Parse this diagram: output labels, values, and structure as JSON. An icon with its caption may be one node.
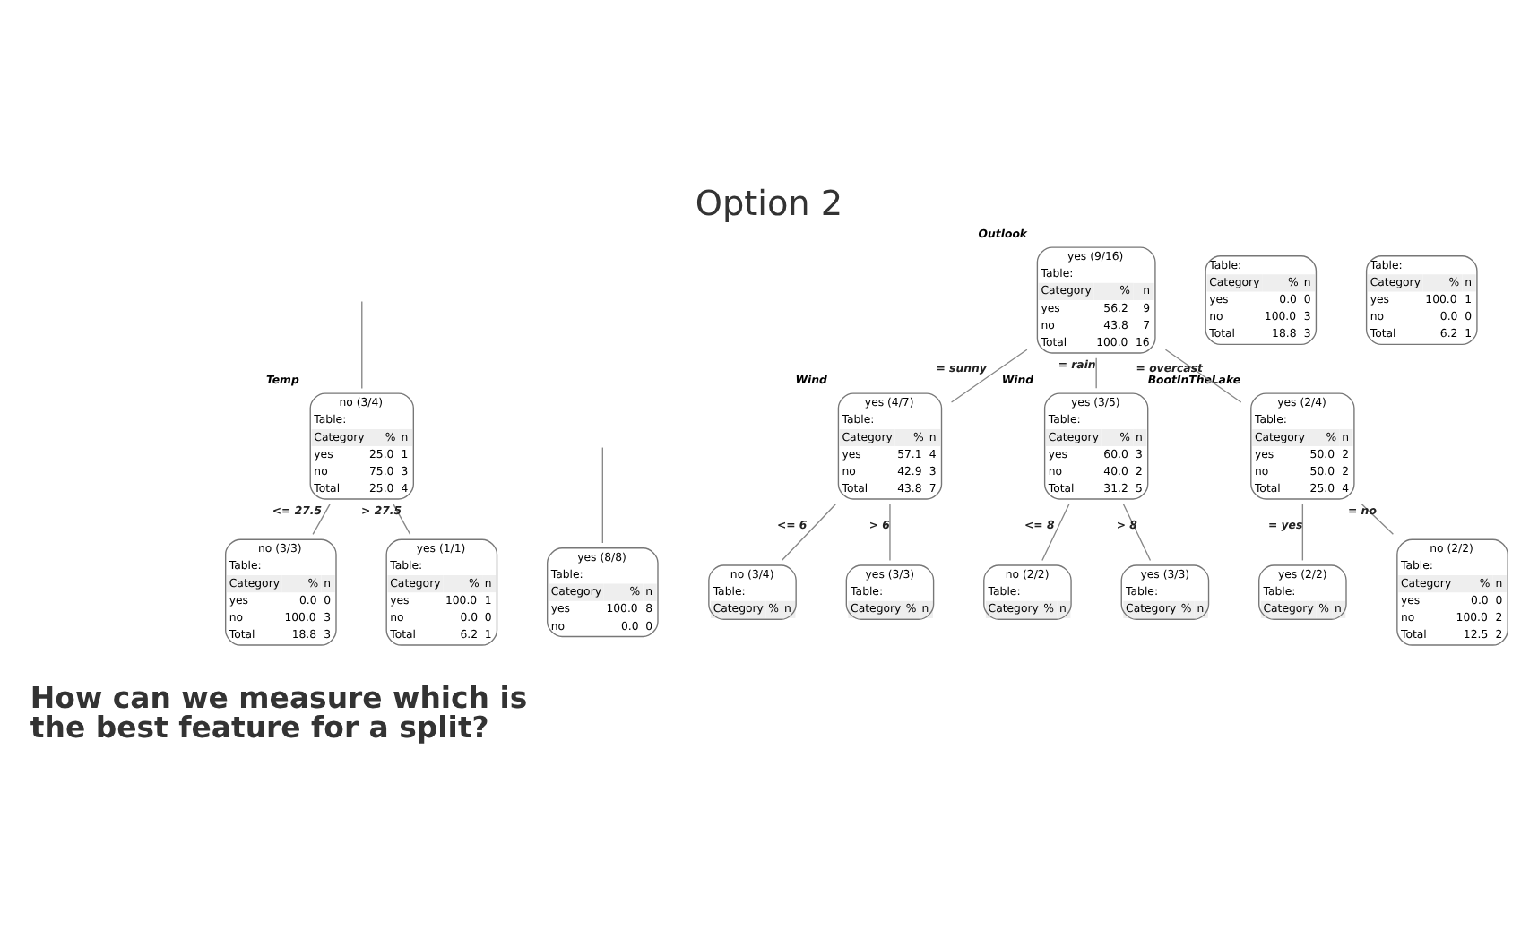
{
  "diagram": {
    "title": "Option 2",
    "nodes": [
      {
        "text": [
          "no (3/4)",
          "Table:",
          "Category",
          "%",
          "n",
          "yes",
          "25.0",
          "1",
          "no",
          "75.0",
          "3",
          "Total",
          "25.0",
          "4"
        ],
        "beside": [
          "Temp"
        ]
      },
      {
        "text": [
          "no (3/3)",
          "Table:",
          "Category",
          "%",
          "n",
          "yes",
          "0.0",
          "0",
          "no",
          "100.0",
          "3",
          "Total",
          "18.8",
          "3"
        ]
      },
      {
        "text": [
          "yes (1/1)",
          "Table:",
          "Category",
          "%",
          "n",
          "yes",
          "100.0",
          "1",
          "no",
          "0.0",
          "0",
          "Total",
          "6.2",
          "1"
        ]
      },
      {
        "text": [
          "yes (8/8)",
          "Table:",
          "Category",
          "%",
          "n",
          "yes",
          "100.0",
          "8",
          "no",
          "0.0",
          "0"
        ]
      },
      {
        "text": [
          "yes (9/16)",
          "Table:",
          "Category",
          "%",
          "n",
          "yes",
          "56.2",
          "9",
          "no",
          "43.8",
          "7",
          "Total",
          "100.0",
          "16"
        ],
        "beside": [
          "Outlook"
        ]
      },
      {
        "text": [
          "yes (4/7)",
          "Table:",
          "Category",
          "%",
          "n",
          "yes",
          "57.1",
          "4",
          "no",
          "42.9",
          "3",
          "Total",
          "43.8",
          "7"
        ],
        "beside": [
          "Wind"
        ]
      },
      {
        "text": [
          "yes (3/5)",
          "Table:",
          "Category",
          "%",
          "n",
          "yes",
          "60.0",
          "3",
          "no",
          "40.0",
          "2",
          "Total",
          "31.2",
          "5"
        ],
        "beside": [
          "Wind"
        ]
      },
      {
        "text": [
          "yes (2/4)",
          "Table:",
          "Category",
          "%",
          "n",
          "yes",
          "50.0",
          "2",
          "no",
          "50.0",
          "2",
          "Total",
          "25.0",
          "4"
        ],
        "beside": [
          "BootInTheLake"
        ]
      },
      {
        "text": [
          "no (3/4)",
          "Table:",
          "Category",
          "%",
          "n"
        ]
      },
      {
        "text": [
          "yes (3/3)",
          "Table:",
          "Category",
          "%",
          "n"
        ]
      },
      {
        "text": [
          "no (2/2)",
          "Table:",
          "Category",
          "%",
          "n"
        ]
      },
      {
        "text": [
          "yes (3/3)",
          "Table:",
          "Category",
          "%",
          "n"
        ]
      },
      {
        "text": [
          "yes (2/2)",
          "Table:",
          "Category",
          "%",
          "n"
        ]
      },
      {
        "text": [
          "no (2/2)",
          "Table:",
          "Category",
          "%",
          "n",
          "yes",
          "0.0",
          "0",
          "no",
          "100.0",
          "2",
          "Total",
          "12.5",
          "2"
        ]
      },
      {
        "text": [
          "Table:",
          "Category",
          "%",
          "n",
          "yes",
          "0.0",
          "0",
          "no",
          "100.0",
          "3",
          "Total",
          "18.8",
          "3"
        ]
      },
      {
        "text": [
          "Table:",
          "Category",
          "%",
          "n",
          "yes",
          "100.0",
          "1",
          "no",
          "0.0",
          "0",
          "Total",
          "6.2",
          "1"
        ]
      }
    ],
    "edges": [
      {
        "from": null,
        "to": 0,
        "arrow": "none"
      },
      {
        "from": 0,
        "to": 1,
        "arrow": "none",
        "label": "<= 27.5"
      },
      {
        "from": 0,
        "to": 2,
        "arrow": "none",
        "label": "> 27.5"
      },
      {
        "from": null,
        "to": 3,
        "arrow": "none"
      },
      {
        "from": 4,
        "to": 5,
        "arrow": "none",
        "label": "= sunny"
      },
      {
        "from": 4,
        "to": 6,
        "arrow": "none",
        "label": "= rain"
      },
      {
        "from": 4,
        "to": 7,
        "arrow": "none",
        "label": "= overcast"
      },
      {
        "from": 5,
        "to": 8,
        "arrow": "none",
        "label": "<= 6"
      },
      {
        "from": 5,
        "to": 9,
        "arrow": "none",
        "label": "> 6"
      },
      {
        "from": 6,
        "to": 10,
        "arrow": "none",
        "label": "<= 8"
      },
      {
        "from": 6,
        "to": 11,
        "arrow": "none",
        "label": "> 8"
      },
      {
        "from": 7,
        "to": 12,
        "arrow": "none",
        "label": "= yes"
      },
      {
        "from": 7,
        "to": 13,
        "arrow": "none",
        "label": "= no"
      }
    ],
    "labels": [
      "How can we measure which is the best feature for a split?"
    ]
  }
}
